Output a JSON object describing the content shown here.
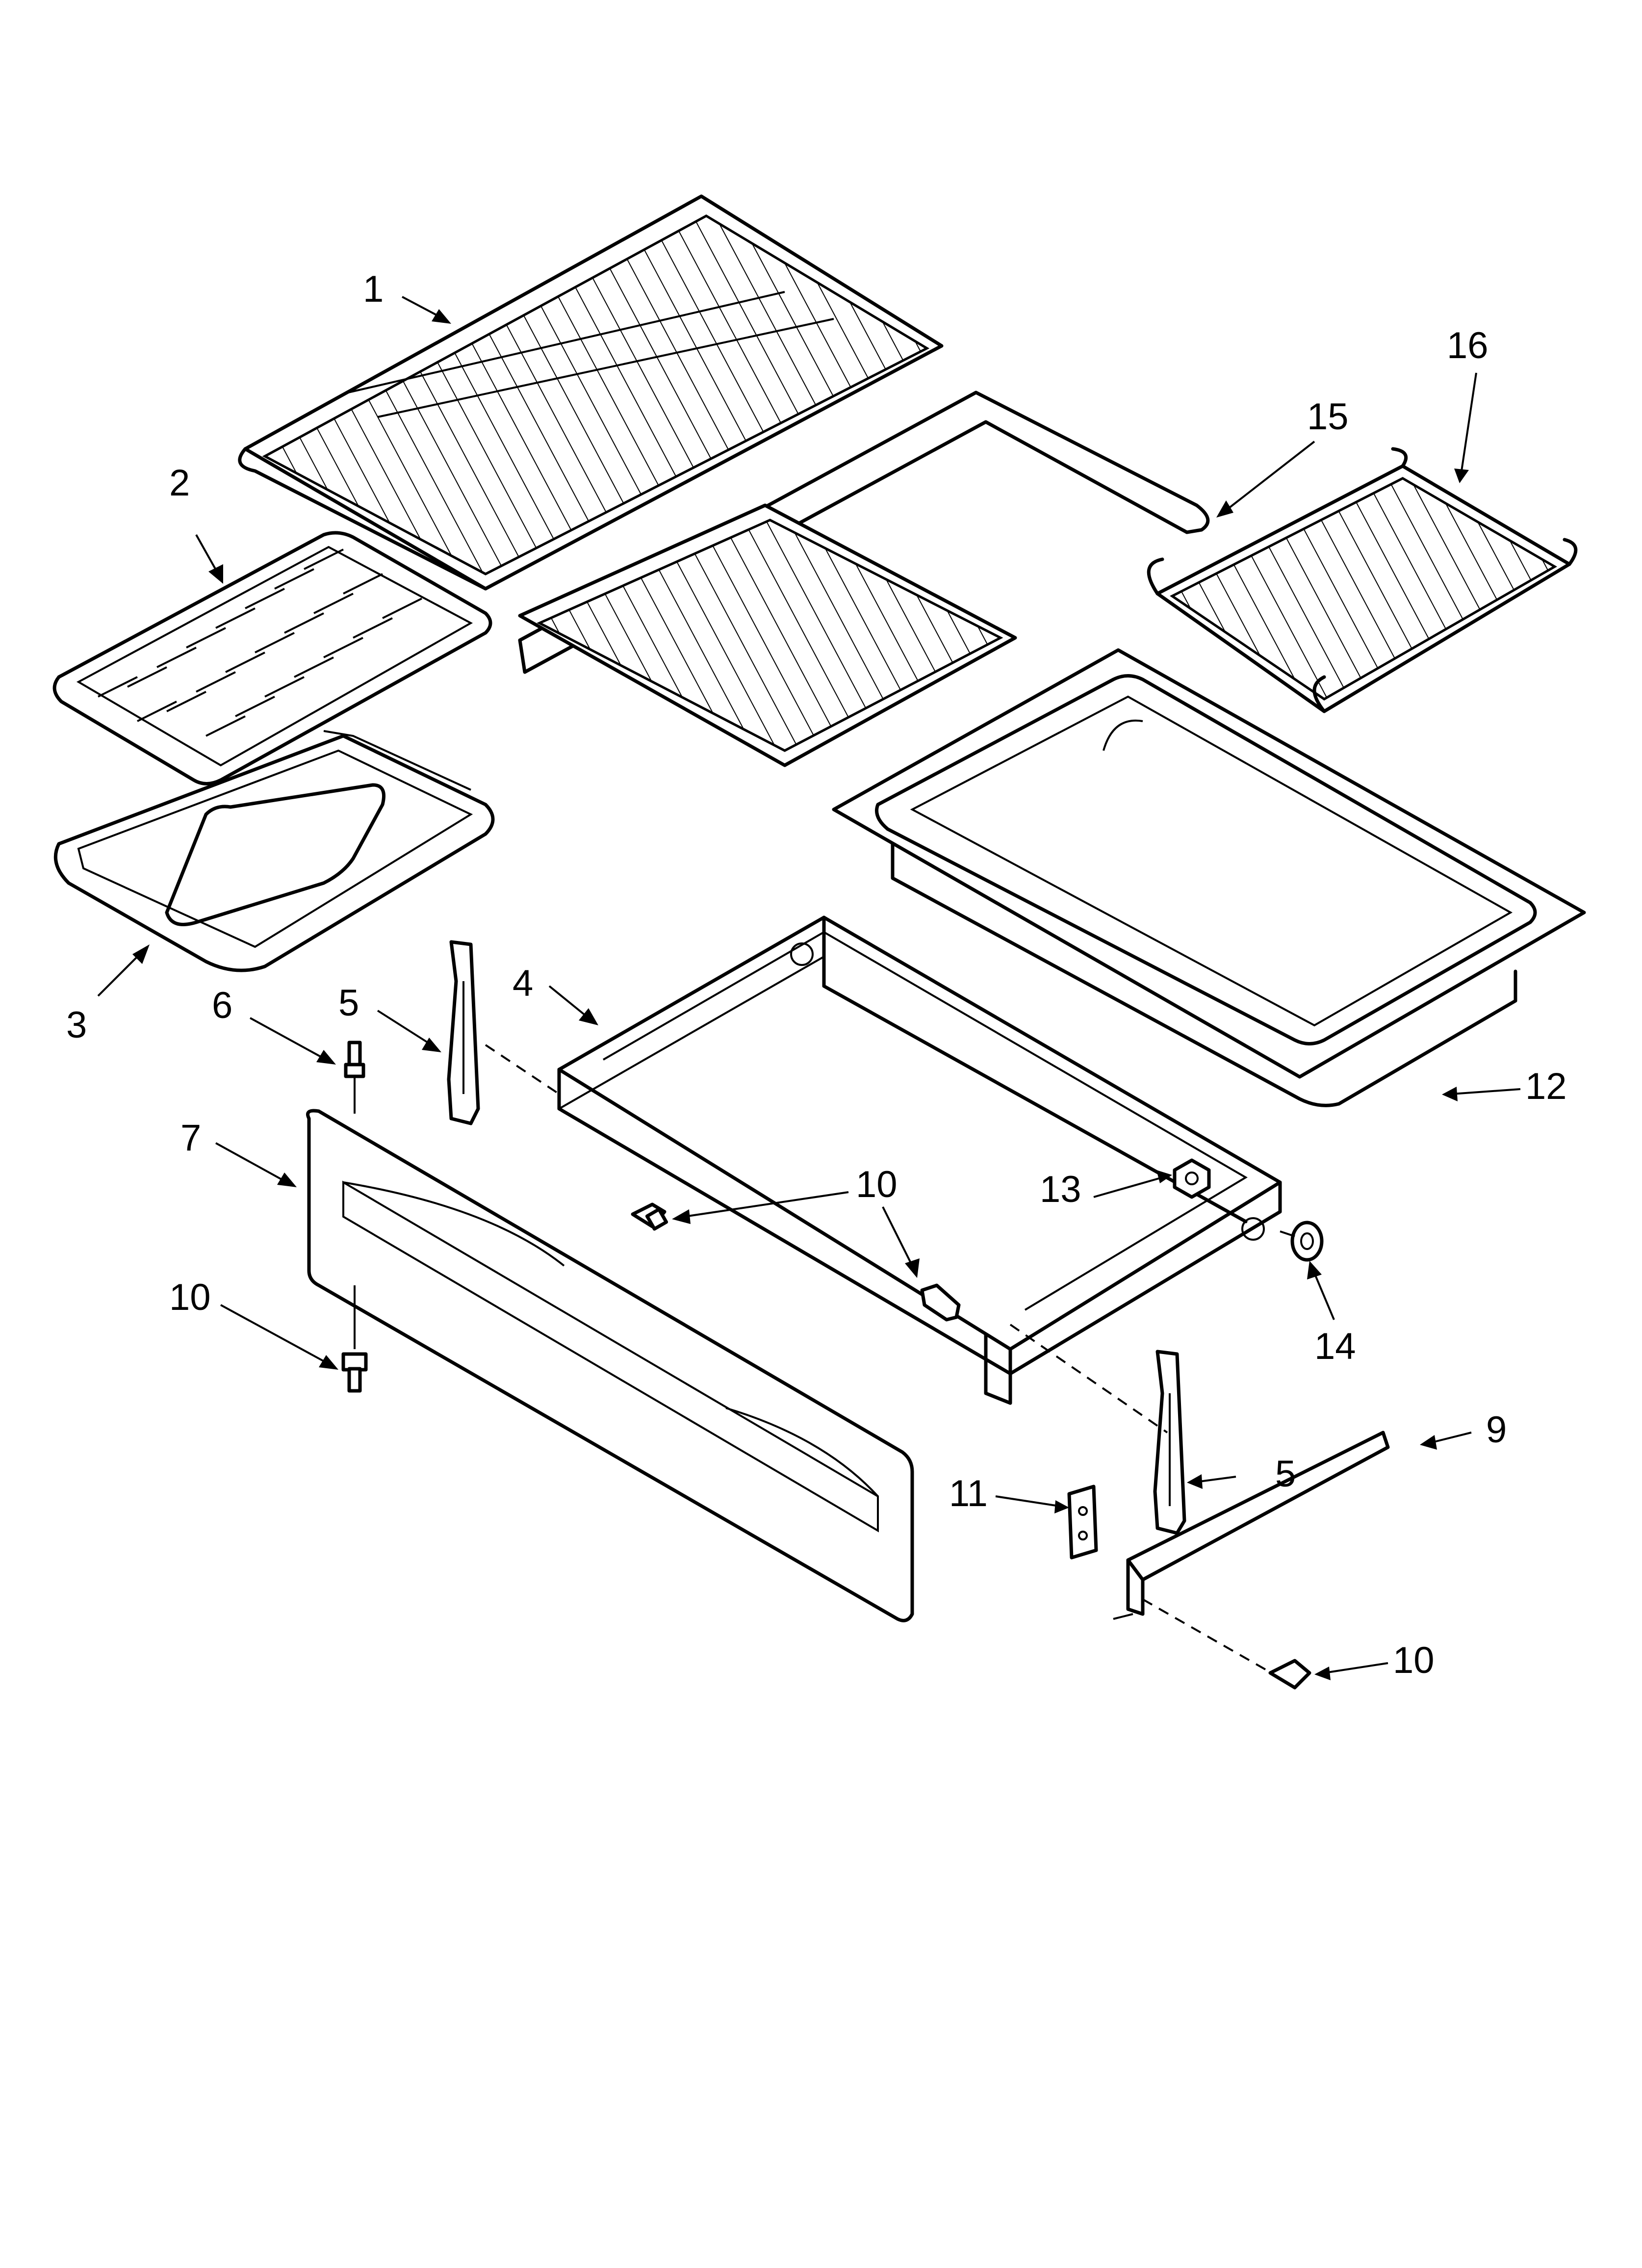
{
  "diagram": {
    "callouts": [
      {
        "id": "c1",
        "label": "1"
      },
      {
        "id": "c2",
        "label": "2"
      },
      {
        "id": "c3",
        "label": "3"
      },
      {
        "id": "c4",
        "label": "4"
      },
      {
        "id": "c5a",
        "label": "5"
      },
      {
        "id": "c5b",
        "label": "5"
      },
      {
        "id": "c6",
        "label": "6"
      },
      {
        "id": "c7",
        "label": "7"
      },
      {
        "id": "c9",
        "label": "9"
      },
      {
        "id": "c10a",
        "label": "10"
      },
      {
        "id": "c10b",
        "label": "10"
      },
      {
        "id": "c10c",
        "label": "10"
      },
      {
        "id": "c11",
        "label": "11"
      },
      {
        "id": "c12",
        "label": "12"
      },
      {
        "id": "c13",
        "label": "13"
      },
      {
        "id": "c14",
        "label": "14"
      },
      {
        "id": "c15",
        "label": "15"
      },
      {
        "id": "c16",
        "label": "16"
      }
    ]
  }
}
